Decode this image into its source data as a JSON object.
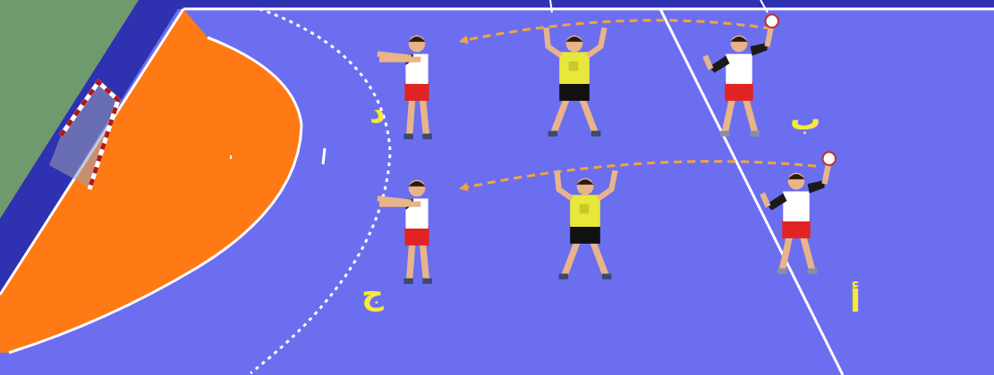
{
  "diagram": {
    "labels": [
      "د",
      "ب",
      "ج",
      "أ"
    ]
  }
}
